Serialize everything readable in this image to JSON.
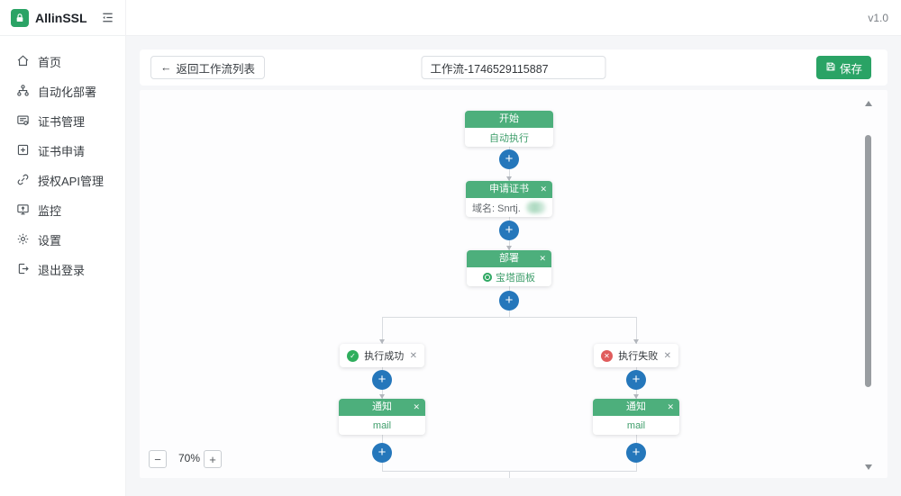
{
  "app": {
    "name": "AllinSSL",
    "version": "v1.0"
  },
  "glyphs": {
    "back_arrow": "←",
    "plus": "+",
    "close": "✕",
    "check": "✓",
    "cross": "✕",
    "minus": "−"
  },
  "sidebar": {
    "items": [
      {
        "label": "首页"
      },
      {
        "label": "自动化部署"
      },
      {
        "label": "证书管理"
      },
      {
        "label": "证书申请"
      },
      {
        "label": "授权API管理"
      },
      {
        "label": "监控"
      },
      {
        "label": "设置"
      },
      {
        "label": "退出登录"
      }
    ]
  },
  "toolbar": {
    "back_label": "返回工作流列表",
    "title_value": "工作流-1746529115887",
    "save_label": "保存"
  },
  "workflow": {
    "start": {
      "title": "开始",
      "body": "自动执行"
    },
    "apply": {
      "title": "申请证书",
      "domain_label": "域名: Snrtj."
    },
    "deploy": {
      "title": "部署",
      "provider": "宝塔面板"
    },
    "branch_success": {
      "label": "执行成功"
    },
    "branch_fail": {
      "label": "执行失败"
    },
    "notify_success": {
      "title": "通知",
      "channel": "mail"
    },
    "notify_fail": {
      "title": "通知",
      "channel": "mail"
    }
  },
  "canvas_controls": {
    "zoom_value": "70%"
  },
  "colors": {
    "node_header_green": "#4daf7c",
    "save_button_green": "#2aa365",
    "plus_blue": "#2577bb",
    "success_icon_green": "#2fae5d",
    "fail_icon_red": "#e05c5c",
    "body_text_green": "#3f9e6b"
  }
}
